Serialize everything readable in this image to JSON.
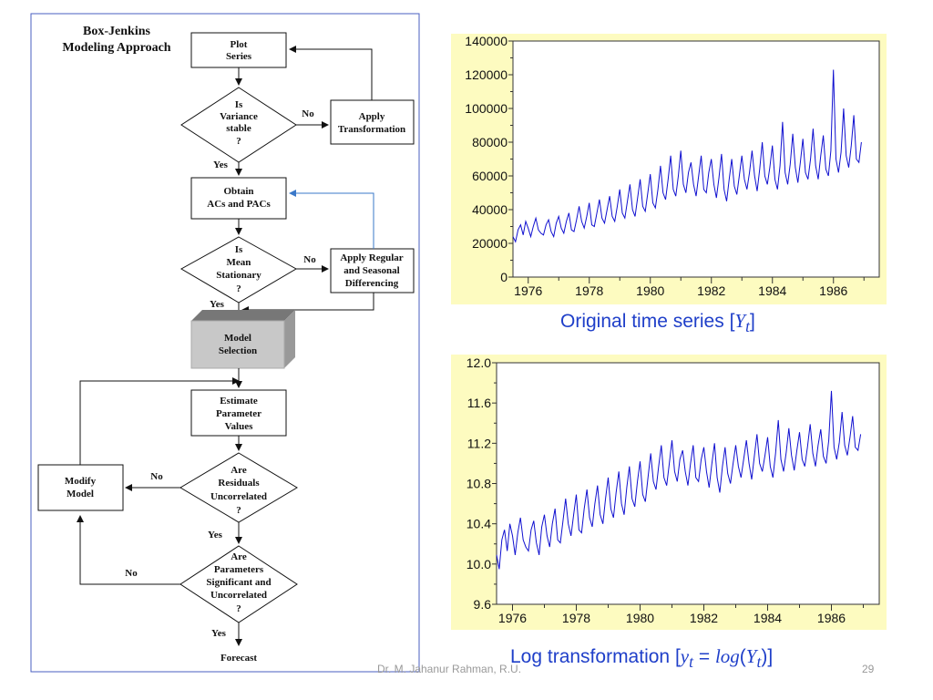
{
  "flowchart": {
    "title_line1": "Box-Jenkins",
    "title_line2": "Modeling Approach",
    "plot_series": [
      "Plot",
      "Series"
    ],
    "variance_q": [
      "Is",
      "Variance",
      "stable",
      "?"
    ],
    "apply_transform": [
      "Apply",
      "Transformation"
    ],
    "obtain": [
      "Obtain",
      "ACs and PACs"
    ],
    "mean_q": [
      "Is",
      "Mean",
      "Stationary",
      "?"
    ],
    "apply_diff": [
      "Apply Regular",
      "and Seasonal",
      "Differencing"
    ],
    "model_sel": [
      "Model",
      "Selection"
    ],
    "estimate": [
      "Estimate",
      "Parameter",
      "Values"
    ],
    "resid_q": [
      "Are",
      "Residuals",
      "Uncorrelated",
      "?"
    ],
    "modify": [
      "Modify",
      "Model"
    ],
    "params_q": [
      "Are",
      "Parameters",
      "Significant and",
      "Uncorrelated",
      "?"
    ],
    "forecast": "Forecast",
    "yes": "Yes",
    "no": "No"
  },
  "chart_data": [
    {
      "type": "line",
      "caption": "Original time series",
      "caption_var": "Y",
      "caption_sub": "t",
      "x_ticks": [
        "1976",
        "1978",
        "1980",
        "1982",
        "1984",
        "1986"
      ],
      "y_ticks": [
        "0",
        "20000",
        "40000",
        "60000",
        "80000",
        "100000",
        "120000",
        "140000"
      ],
      "xlim": [
        1975.5,
        1987.5
      ],
      "ylim": [
        0,
        140000
      ],
      "x_start": 1975.5,
      "x_step": 0.08333,
      "values": [
        24000,
        21000,
        28000,
        31000,
        25000,
        33000,
        29000,
        24000,
        30000,
        35000,
        28000,
        26000,
        25000,
        31000,
        34000,
        27000,
        24000,
        32000,
        36000,
        29000,
        26000,
        33000,
        38000,
        28000,
        27000,
        34000,
        42000,
        33000,
        29000,
        36000,
        44000,
        31000,
        30000,
        38000,
        46000,
        35000,
        32000,
        40000,
        48000,
        36000,
        33000,
        42000,
        52000,
        38000,
        35000,
        45000,
        55000,
        40000,
        36000,
        47000,
        58000,
        42000,
        39000,
        50000,
        61000,
        44000,
        41000,
        52000,
        66000,
        50000,
        46000,
        58000,
        72000,
        52000,
        48000,
        60000,
        75000,
        55000,
        50000,
        62000,
        68000,
        55000,
        48000,
        60000,
        72000,
        52000,
        50000,
        62000,
        70000,
        55000,
        47000,
        59000,
        73000,
        52000,
        45000,
        58000,
        70000,
        54000,
        49000,
        60000,
        72000,
        58000,
        52000,
        62000,
        75000,
        60000,
        51000,
        64000,
        80000,
        60000,
        55000,
        65000,
        78000,
        58000,
        52000,
        66000,
        92000,
        62000,
        55000,
        67000,
        85000,
        65000,
        56000,
        68000,
        82000,
        62000,
        58000,
        70000,
        88000,
        66000,
        58000,
        72000,
        84000,
        64000,
        60000,
        75000,
        123000,
        70000,
        62000,
        74000,
        100000,
        72000,
        65000,
        78000,
        96000,
        70000,
        68000,
        80000
      ]
    },
    {
      "type": "line",
      "caption": "Log transformation",
      "caption_expr_y": "y",
      "caption_expr_sub": "t",
      "caption_expr_eq": "=",
      "caption_expr_fn": "log",
      "caption_expr_Y": "Y",
      "x_ticks": [
        "1976",
        "1978",
        "1980",
        "1982",
        "1984",
        "1986"
      ],
      "y_ticks": [
        "9.6",
        "10.0",
        "10.4",
        "10.8",
        "11.2",
        "11.6",
        "12.0"
      ],
      "xlim": [
        1975.5,
        1987.5
      ],
      "ylim": [
        9.6,
        12.0
      ],
      "x_start": 1975.5,
      "x_step": 0.08333,
      "values": [
        10.09,
        9.95,
        10.24,
        10.34,
        10.13,
        10.4,
        10.28,
        10.09,
        10.31,
        10.46,
        10.24,
        10.17,
        10.13,
        10.34,
        10.43,
        10.21,
        10.09,
        10.37,
        10.49,
        10.28,
        10.17,
        10.4,
        10.55,
        10.24,
        10.21,
        10.43,
        10.65,
        10.4,
        10.28,
        10.49,
        10.69,
        10.34,
        10.31,
        10.55,
        10.74,
        10.46,
        10.37,
        10.6,
        10.78,
        10.49,
        10.4,
        10.65,
        10.86,
        10.55,
        10.46,
        10.71,
        10.92,
        10.6,
        10.49,
        10.76,
        10.97,
        10.65,
        10.57,
        10.82,
        11.02,
        10.69,
        10.62,
        10.86,
        11.1,
        10.82,
        10.74,
        10.97,
        11.18,
        10.86,
        10.78,
        11.0,
        11.23,
        10.92,
        10.82,
        11.04,
        11.13,
        10.92,
        10.78,
        11.0,
        11.18,
        10.86,
        10.82,
        11.04,
        11.16,
        10.92,
        10.76,
        10.99,
        11.2,
        10.86,
        10.71,
        10.97,
        11.16,
        10.9,
        10.8,
        11.0,
        11.18,
        10.97,
        10.86,
        11.04,
        11.23,
        11.0,
        10.84,
        11.07,
        11.29,
        11.0,
        10.92,
        11.08,
        11.26,
        10.97,
        10.86,
        11.1,
        11.43,
        11.04,
        10.92,
        11.11,
        11.35,
        11.08,
        10.93,
        11.13,
        11.31,
        11.04,
        10.97,
        11.16,
        11.39,
        11.1,
        10.97,
        11.18,
        11.34,
        11.07,
        11.0,
        11.23,
        11.72,
        11.16,
        11.04,
        11.21,
        11.51,
        11.18,
        11.08,
        11.26,
        11.47,
        11.16,
        11.13,
        11.29
      ]
    }
  ],
  "footer": {
    "author": "Dr. M. Jahanur Rahman, R.U.",
    "page": "29"
  },
  "colors": {
    "chart_bg": "#fdfbc0",
    "line": "#1010d0",
    "caption": "#1f3fc9",
    "frame": "#4a5fc1"
  }
}
